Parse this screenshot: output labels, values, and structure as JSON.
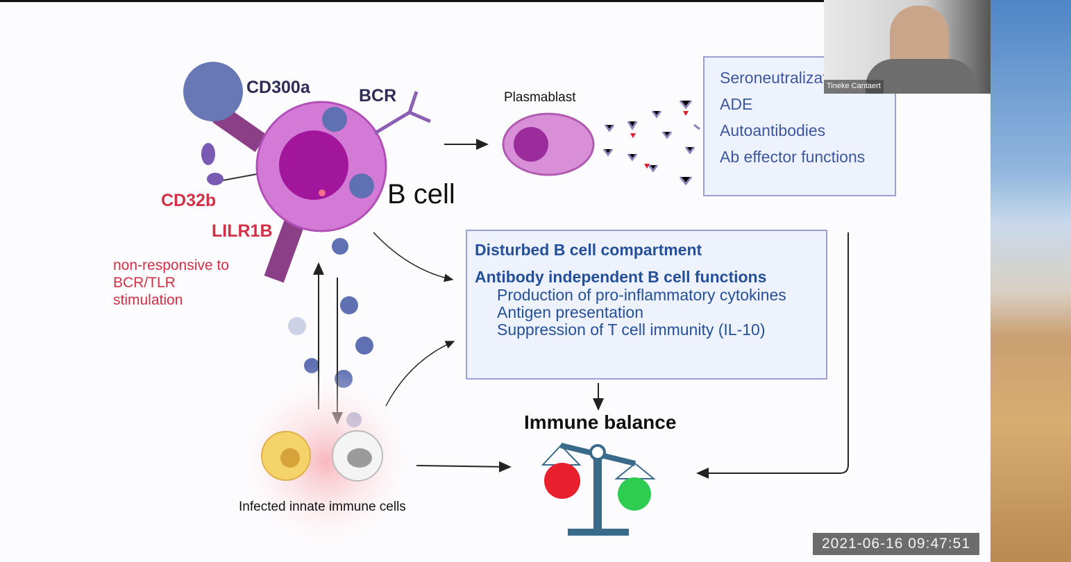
{
  "slide": {
    "labels": {
      "cd300a": "CD300a",
      "bcr": "BCR",
      "bcell": "B cell",
      "cd32b": "CD32b",
      "lilr1b": "LILR1B",
      "nonresp": [
        "non-responsive to",
        "BCR/TLR",
        "stimulation"
      ],
      "plasmablast": "Plasmablast",
      "infected": "Infected innate immune cells",
      "balance": "Immune balance"
    },
    "antibody_box": {
      "items": [
        "Seroneutralization",
        "ADE",
        "Autoantibodies",
        "Ab effector functions"
      ]
    },
    "bcell_box": {
      "heading1": "Disturbed B cell compartment",
      "heading2": "Antibody independent B cell functions",
      "items": [
        "Production of pro-inflammatory cytokines",
        "Antigen presentation",
        "Suppression of T cell immunity (IL-10)"
      ]
    }
  },
  "webcam": {
    "name": "Tineke Cantaert"
  },
  "timestamp": "2021-06-16 09:47:51",
  "colors": {
    "label_red": "#d32f45",
    "box_text": "#3c57a0",
    "cell": "#c85fc8"
  }
}
